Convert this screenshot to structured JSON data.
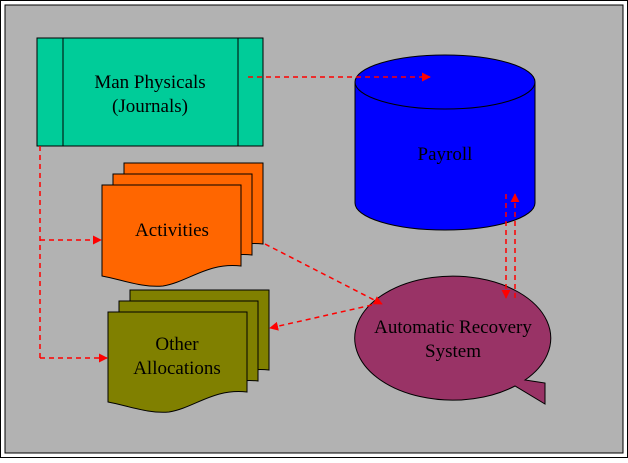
{
  "diagram": {
    "nodes": {
      "man_physicals": {
        "lines": [
          "Man Physicals",
          "(Journals)"
        ],
        "fill": "#00CC99"
      },
      "payroll": {
        "lines": [
          "Payroll"
        ],
        "fill": "#0000FF"
      },
      "activities": {
        "lines": [
          "Activities"
        ],
        "fill": "#FF6600"
      },
      "other_allocations": {
        "lines": [
          "Other",
          "Allocations"
        ],
        "fill": "#808000"
      },
      "automatic_recovery": {
        "lines": [
          "Automatic Recovery",
          "System"
        ],
        "fill": "#993366"
      }
    },
    "background": "#B2B2B2",
    "connector_color": "#FF0000",
    "connector_style": "dashed-arrow"
  }
}
